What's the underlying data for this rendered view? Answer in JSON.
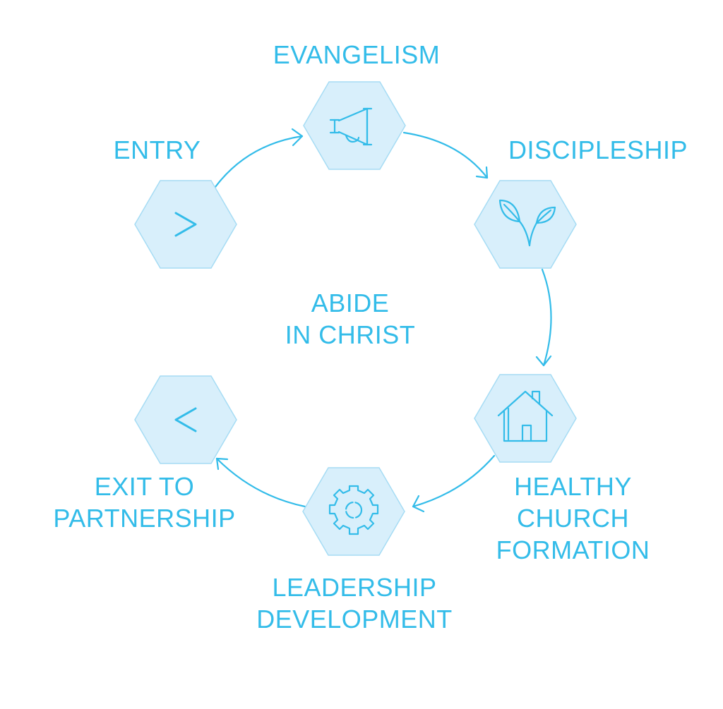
{
  "colors": {
    "accent": "#33bce9",
    "hex_fill": "#d8effb",
    "hex_stroke": "#a6dcf4"
  },
  "center": {
    "line1": "ABIDE",
    "line2": "IN CHRIST"
  },
  "nodes": {
    "entry": {
      "label": "ENTRY",
      "icon": "chevron-right-icon"
    },
    "evangelism": {
      "label": "EVANGELISM",
      "icon": "megaphone-icon"
    },
    "discipleship": {
      "label": "DISCIPLESHIP",
      "icon": "sprout-icon"
    },
    "healthy_church": {
      "line1": "HEALTHY",
      "line2": "CHURCH",
      "line3": "FORMATION",
      "icon": "house-icon"
    },
    "leadership": {
      "line1": "LEADERSHIP",
      "line2": "DEVELOPMENT",
      "icon": "gear-icon"
    },
    "exit": {
      "line1": "EXIT TO",
      "line2": "PARTNERSHIP",
      "icon": "chevron-left-icon"
    }
  }
}
